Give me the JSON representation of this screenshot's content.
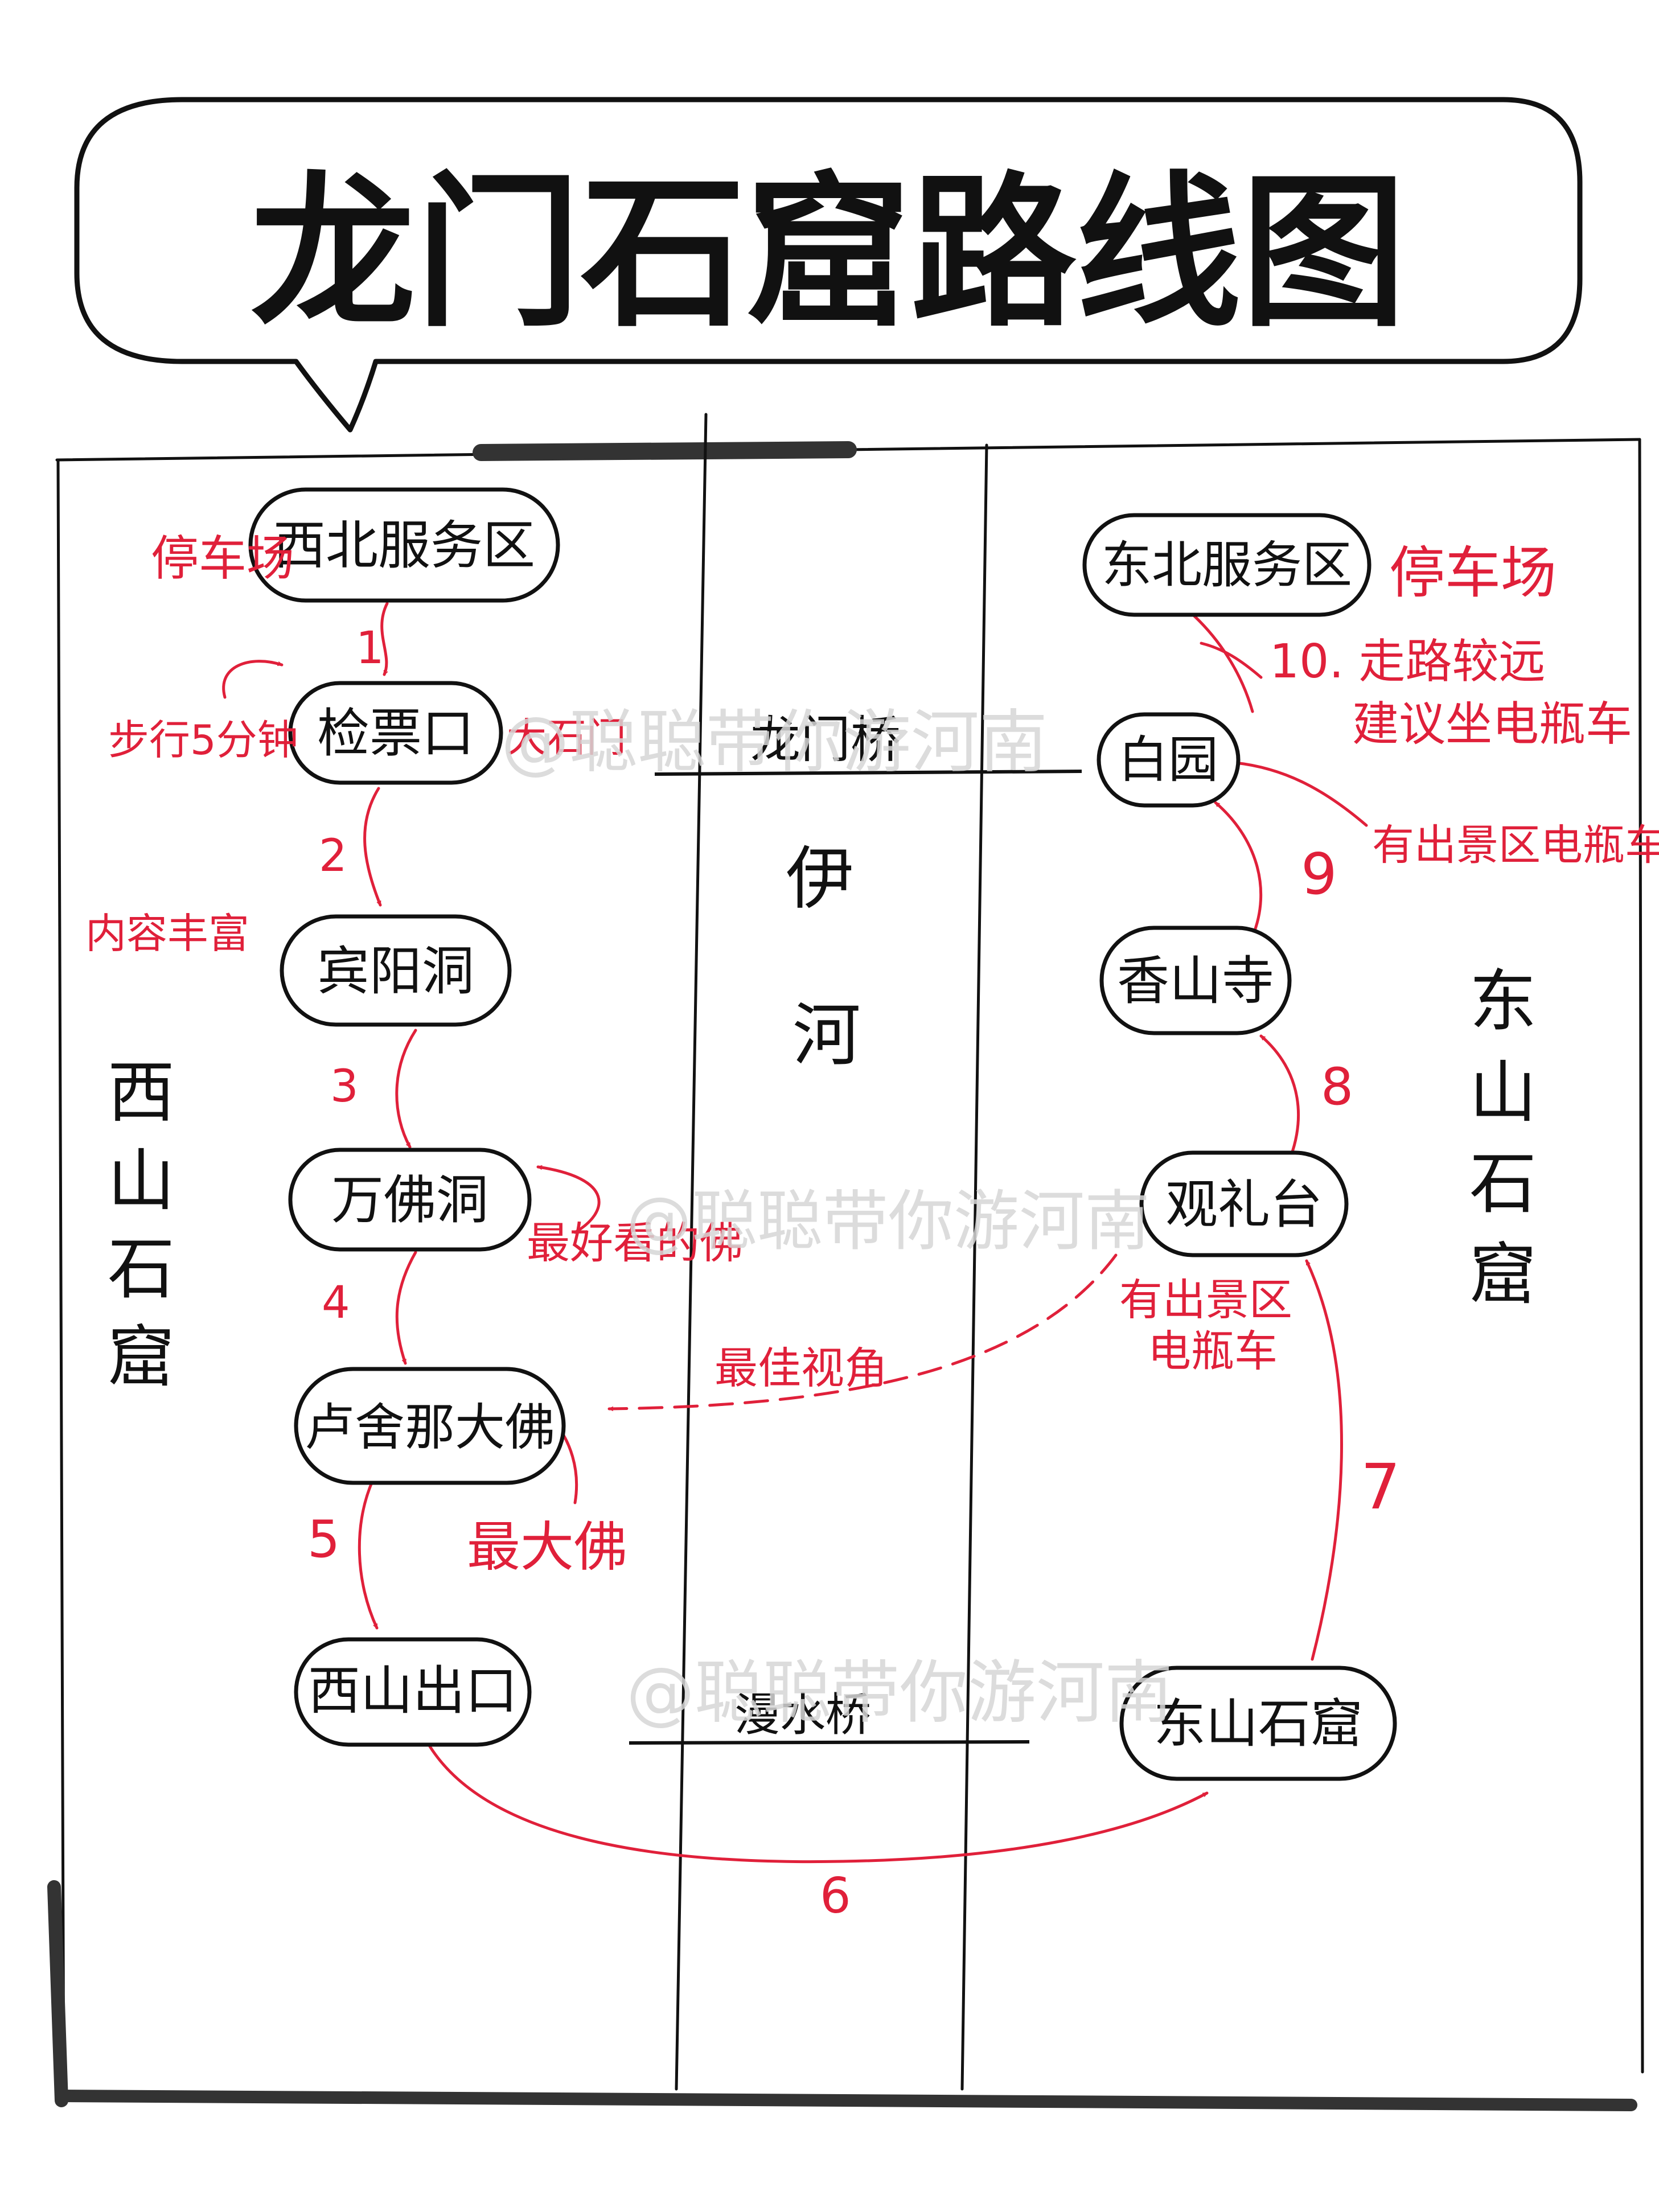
{
  "title": "龙门石窟路线图",
  "colors": {
    "ink": "#111111",
    "accent": "#e0203a",
    "watermark": "#d6d6d6",
    "background": "#ffffff"
  },
  "regions": {
    "west": "西山石窟",
    "river": "伊河",
    "east": "东山石窟"
  },
  "bridges": {
    "north": "龙门桥",
    "south": "漫水桥"
  },
  "nodes": {
    "nw_service": "西北服务区",
    "ticket": "检票口",
    "qianxi": "宾阳洞",
    "wanfo": "万佛洞",
    "lushena": "卢舍那大佛",
    "west_exit": "西山出口",
    "east_caves": "东山石窟",
    "guanli": "观礼台",
    "xiangshan": "香山寺",
    "baiyuan": "白园",
    "ne_service": "东北服务区"
  },
  "notes": {
    "parking_west": "停车场",
    "walk": "步行5分钟",
    "gate": "大石门",
    "cave_rich": "内容丰富",
    "best_buddha": "最好看的佛",
    "biggest_buddha": "最大佛",
    "best_view": "最佳视角",
    "shuttle_east": "有出景区电瓶车",
    "shuttle_baiyuan": "有出景区电瓶车",
    "parking_east": "停车场",
    "walk_far_1": "10. 走路较远",
    "walk_far_2": "建议坐电瓶车"
  },
  "steps": [
    "1",
    "2",
    "3",
    "4",
    "5",
    "6",
    "7",
    "8",
    "9"
  ],
  "watermark": "@聪聪带你游河南"
}
